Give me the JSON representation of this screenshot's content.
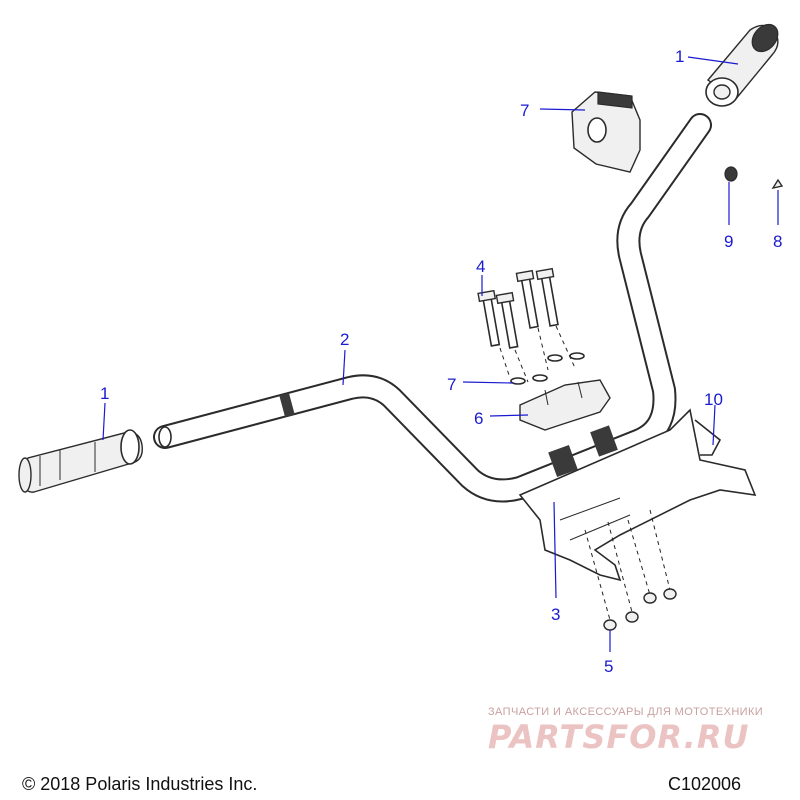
{
  "callouts": {
    "grip_right": "1",
    "switch_housing": "7",
    "nut_9": "9",
    "screw_8": "8",
    "bolts_4": "4",
    "handlebar_2": "2",
    "washers_7": "7",
    "clamp_6": "6",
    "bracket_10": "10",
    "grip_left": "1",
    "mount_3": "3",
    "nuts_5": "5"
  },
  "footer": {
    "copyright": "© 2018 Polaris Industries Inc.",
    "diagram_code": "C102006"
  },
  "watermark": {
    "tagline": "ЗАПЧАСТИ И АКСЕССУАРЫ ДЛЯ МОТОТЕХНИКИ",
    "logo": "PARTSFOR.RU"
  },
  "colors": {
    "callout": "#1a1ad0",
    "line": "#2b2b2b",
    "watermark": "#ecc3c3"
  }
}
